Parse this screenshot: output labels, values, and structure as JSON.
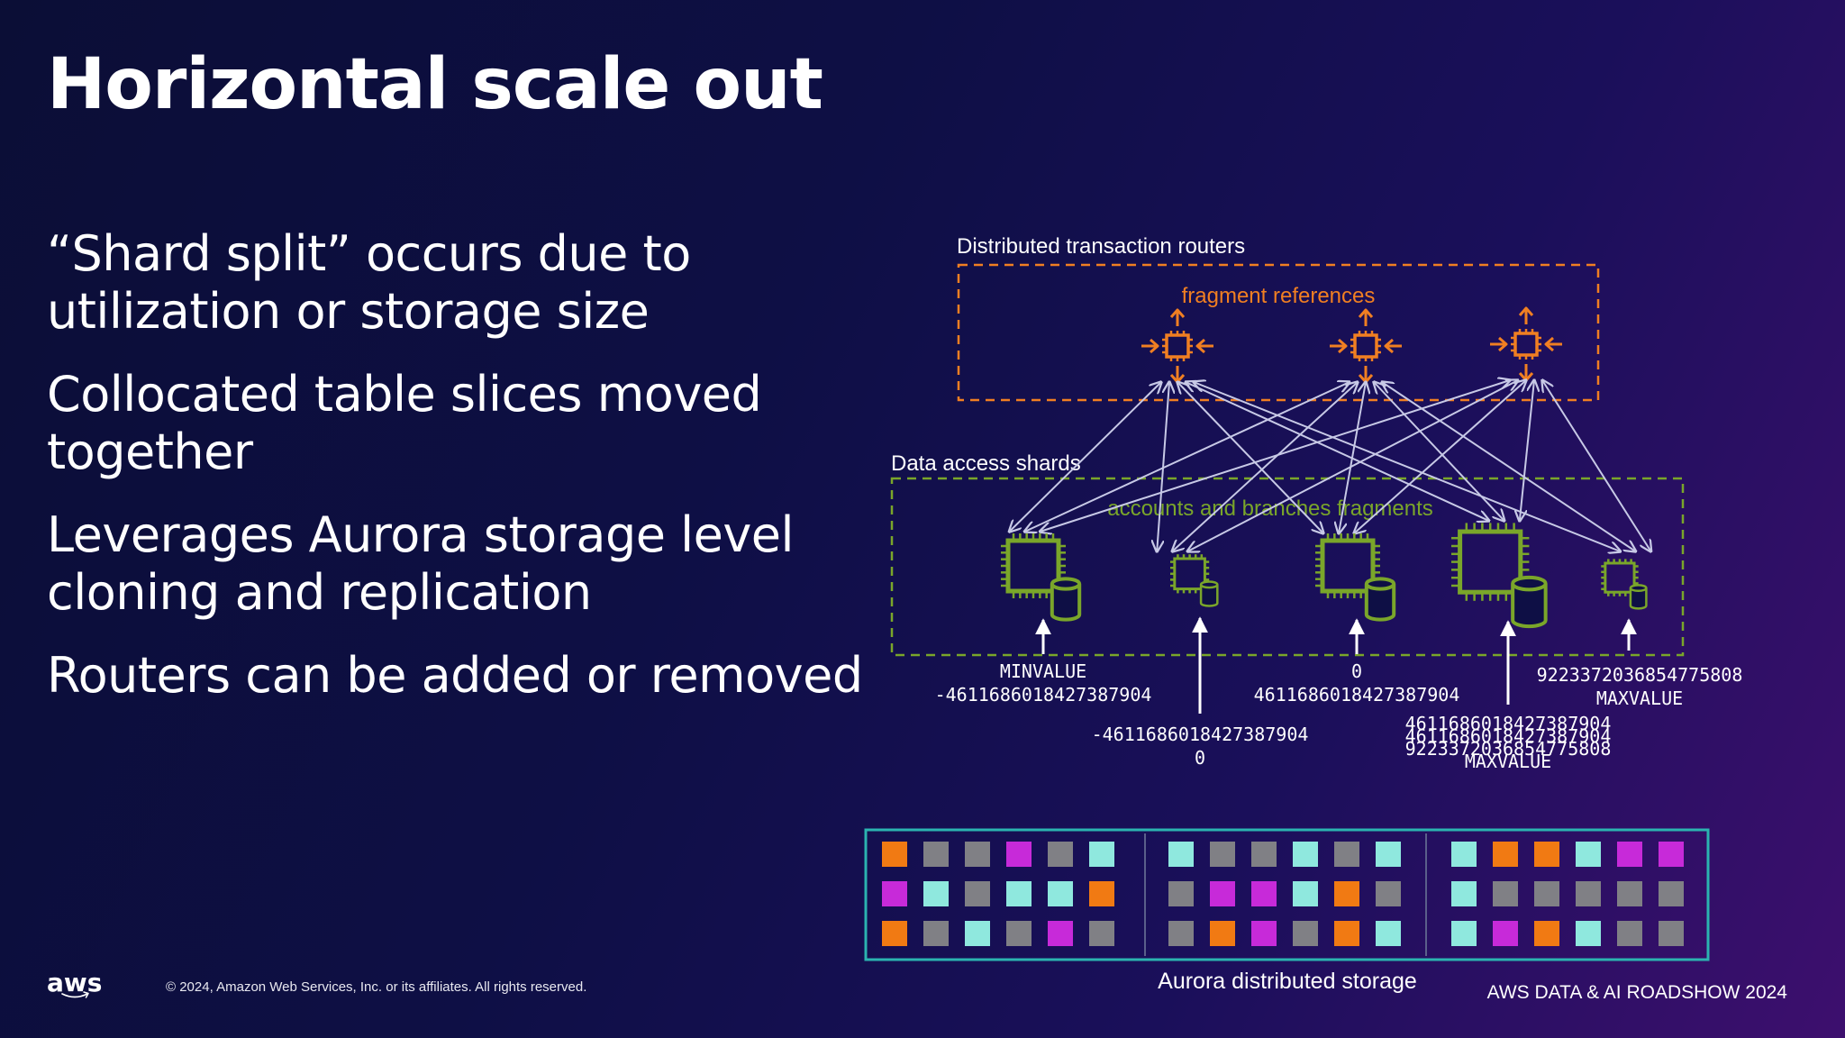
{
  "slide": {
    "title": "Horizontal scale out",
    "bullets": [
      "“Shard split” occurs due to utilization or storage size",
      "Collocated table slices moved together",
      "Leverages Aurora storage level cloning and replication",
      "Routers can be added or removed"
    ],
    "logo_text": "aws",
    "copyright": "© 2024, Amazon Web Services, Inc. or its affiliates. All rights reserved.",
    "event": "AWS DATA & AI ROADSHOW 2024"
  },
  "diagram": {
    "routers_label": "Distributed transaction routers",
    "fragment_refs_label": "fragment references",
    "shards_label": "Data access shards",
    "fragments_label": "accounts and branches fragments",
    "storage_label": "Aurora distributed storage",
    "shard_ranges": [
      [
        "MINVALUE",
        "-4611686018427387904"
      ],
      [
        "-4611686018427387904",
        "0"
      ],
      [
        "0",
        "4611686018427387904"
      ],
      [
        "4611686018427387904",
        "4611686018427387904",
        "9223372036854775808",
        "MAXVALUE"
      ],
      [
        "9223372036854775808",
        "MAXVALUE"
      ]
    ],
    "colors": {
      "router": "#f07f22",
      "shard": "#7aa62a",
      "arrows": "#c7c9e6",
      "storage_border": "#2bb3b0",
      "orange": "#f17a13",
      "gray": "#808085",
      "cyan": "#8fe8de",
      "magenta": "#c72ad9"
    },
    "storage_grid": [
      [
        [
          "orange",
          "gray",
          "gray",
          "magenta",
          "gray",
          "cyan"
        ],
        [
          "magenta",
          "cyan",
          "gray",
          "cyan",
          "cyan",
          "orange"
        ],
        [
          "orange",
          "gray",
          "cyan",
          "gray",
          "magenta",
          "gray"
        ]
      ],
      [
        [
          "cyan",
          "gray",
          "gray",
          "cyan",
          "gray",
          "cyan"
        ],
        [
          "gray",
          "magenta",
          "magenta",
          "cyan",
          "orange",
          "gray"
        ],
        [
          "gray",
          "orange",
          "magenta",
          "gray",
          "orange",
          "cyan"
        ]
      ],
      [
        [
          "cyan",
          "orange",
          "orange",
          "cyan",
          "magenta",
          "magenta"
        ],
        [
          "cyan",
          "gray",
          "gray",
          "gray",
          "gray",
          "gray"
        ],
        [
          "cyan",
          "magenta",
          "orange",
          "cyan",
          "gray",
          "gray"
        ]
      ]
    ]
  }
}
